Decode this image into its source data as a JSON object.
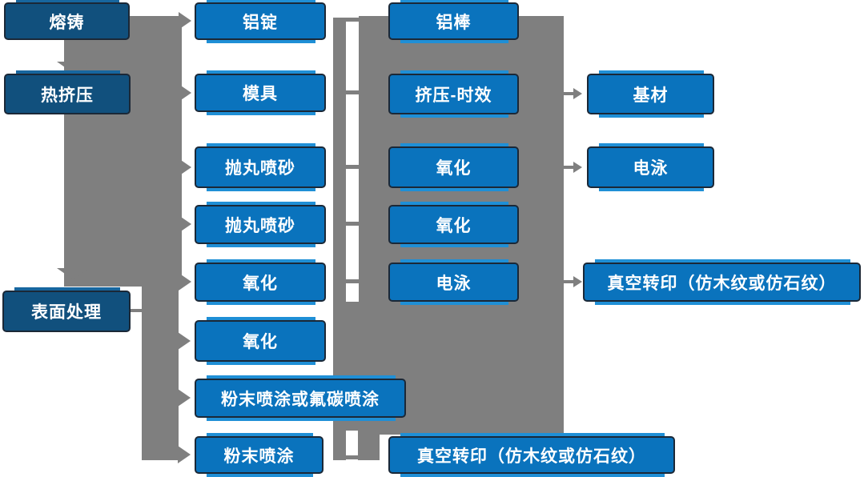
{
  "flowchart": {
    "stages": [
      "熔铸",
      "热挤压",
      "表面处理"
    ],
    "col2": [
      "铝锭",
      "模具",
      "抛丸喷砂",
      "抛丸喷砂",
      "氧化",
      "氧化",
      "粉末喷涂或氟碳喷涂",
      "粉末喷涂"
    ],
    "col3": [
      "铝棒",
      "挤压-时效",
      "氧化",
      "氧化",
      "电泳",
      "真空转印（仿木纹或仿石纹）"
    ],
    "col4": [
      "基材",
      "电泳",
      "真空转印（仿木纹或仿石纹）"
    ]
  },
  "colors": {
    "stage_box_fill": "#11507d",
    "process_box_fill": "#0a73bd",
    "box_highlight_line": "#1f8fd6",
    "box_border": "#1b2837",
    "connector_gray": "#7f7f7f",
    "label_text": "#ffffff",
    "background": "#ffffff"
  }
}
